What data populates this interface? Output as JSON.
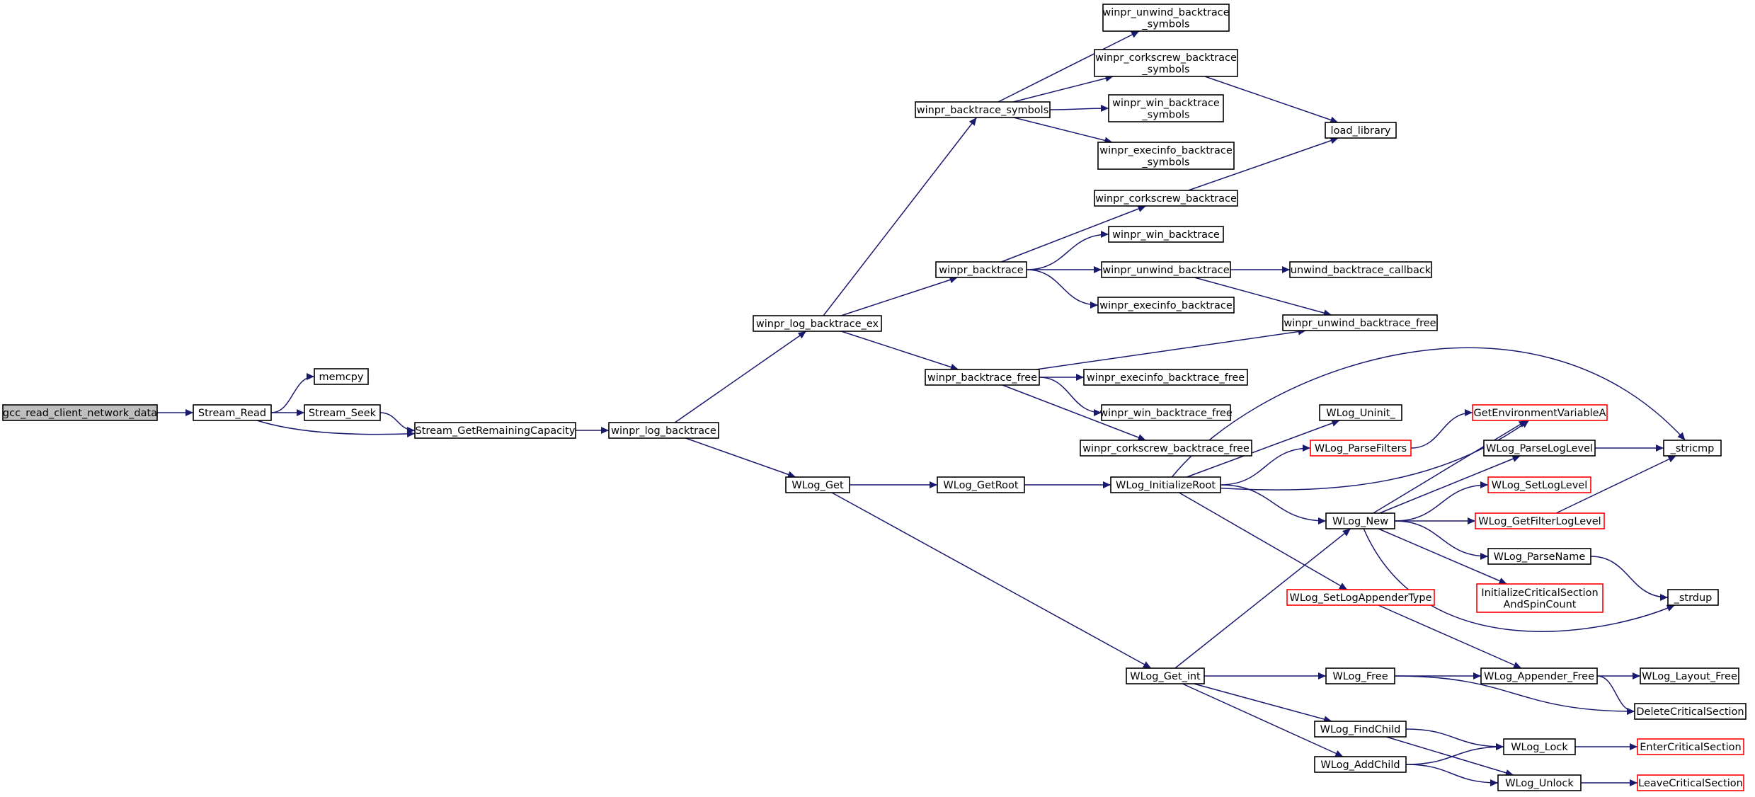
{
  "colors": {
    "edge": "#191970",
    "node_border": "#000000",
    "node_border_truncated": "#ff0000",
    "node_fill": "#ffffff",
    "root_fill": "#bfbfbf"
  },
  "nodes": [
    {
      "id": "gcc_read_client_network_data",
      "lines": [
        "gcc_read_client_network_data"
      ],
      "style": "root"
    },
    {
      "id": "Stream_Read",
      "lines": [
        "Stream_Read"
      ],
      "style": "normal"
    },
    {
      "id": "memcpy",
      "lines": [
        "memcpy"
      ],
      "style": "normal"
    },
    {
      "id": "Stream_Seek",
      "lines": [
        "Stream_Seek"
      ],
      "style": "normal"
    },
    {
      "id": "Stream_GetRemainingCapacity",
      "lines": [
        "Stream_GetRemainingCapacity"
      ],
      "style": "normal"
    },
    {
      "id": "winpr_log_backtrace",
      "lines": [
        "winpr_log_backtrace"
      ],
      "style": "normal"
    },
    {
      "id": "winpr_log_backtrace_ex",
      "lines": [
        "winpr_log_backtrace_ex"
      ],
      "style": "normal"
    },
    {
      "id": "WLog_Get",
      "lines": [
        "WLog_Get"
      ],
      "style": "normal"
    },
    {
      "id": "winpr_backtrace_symbols",
      "lines": [
        "winpr_backtrace_symbols"
      ],
      "style": "normal"
    },
    {
      "id": "winpr_backtrace",
      "lines": [
        "winpr_backtrace"
      ],
      "style": "normal"
    },
    {
      "id": "winpr_backtrace_free",
      "lines": [
        "winpr_backtrace_free"
      ],
      "style": "normal"
    },
    {
      "id": "WLog_GetRoot",
      "lines": [
        "WLog_GetRoot"
      ],
      "style": "normal"
    },
    {
      "id": "winpr_unwind_backtrace_symbols",
      "lines": [
        "winpr_unwind_backtrace",
        "_symbols"
      ],
      "style": "normal"
    },
    {
      "id": "winpr_corkscrew_backtrace_symbols",
      "lines": [
        "winpr_corkscrew_backtrace",
        "_symbols"
      ],
      "style": "normal"
    },
    {
      "id": "winpr_win_backtrace_symbols",
      "lines": [
        "winpr_win_backtrace",
        "_symbols"
      ],
      "style": "normal"
    },
    {
      "id": "winpr_execinfo_backtrace_symbols",
      "lines": [
        "winpr_execinfo_backtrace",
        "_symbols"
      ],
      "style": "normal"
    },
    {
      "id": "winpr_corkscrew_backtrace",
      "lines": [
        "winpr_corkscrew_backtrace"
      ],
      "style": "normal"
    },
    {
      "id": "winpr_win_backtrace",
      "lines": [
        "winpr_win_backtrace"
      ],
      "style": "normal"
    },
    {
      "id": "winpr_unwind_backtrace",
      "lines": [
        "winpr_unwind_backtrace"
      ],
      "style": "normal"
    },
    {
      "id": "winpr_execinfo_backtrace",
      "lines": [
        "winpr_execinfo_backtrace"
      ],
      "style": "normal"
    },
    {
      "id": "winpr_execinfo_backtrace_free",
      "lines": [
        "winpr_execinfo_backtrace_free"
      ],
      "style": "normal"
    },
    {
      "id": "winpr_win_backtrace_free",
      "lines": [
        "winpr_win_backtrace_free"
      ],
      "style": "normal"
    },
    {
      "id": "winpr_corkscrew_backtrace_free",
      "lines": [
        "winpr_corkscrew_backtrace_free"
      ],
      "style": "normal"
    },
    {
      "id": "WLog_InitializeRoot",
      "lines": [
        "WLog_InitializeRoot"
      ],
      "style": "normal"
    },
    {
      "id": "WLog_Get_int",
      "lines": [
        "WLog_Get_int"
      ],
      "style": "normal"
    },
    {
      "id": "load_library",
      "lines": [
        "load_library"
      ],
      "style": "normal"
    },
    {
      "id": "unwind_backtrace_callback",
      "lines": [
        "unwind_backtrace_callback"
      ],
      "style": "normal"
    },
    {
      "id": "winpr_unwind_backtrace_free",
      "lines": [
        "winpr_unwind_backtrace_free"
      ],
      "style": "normal"
    },
    {
      "id": "WLog_Uninit_",
      "lines": [
        "WLog_Uninit_"
      ],
      "style": "normal"
    },
    {
      "id": "WLog_ParseFilters",
      "lines": [
        "WLog_ParseFilters"
      ],
      "style": "truncated"
    },
    {
      "id": "WLog_New",
      "lines": [
        "WLog_New"
      ],
      "style": "normal"
    },
    {
      "id": "WLog_SetLogAppenderType",
      "lines": [
        "WLog_SetLogAppenderType"
      ],
      "style": "truncated"
    },
    {
      "id": "WLog_Free",
      "lines": [
        "WLog_Free"
      ],
      "style": "normal"
    },
    {
      "id": "WLog_FindChild",
      "lines": [
        "WLog_FindChild"
      ],
      "style": "normal"
    },
    {
      "id": "WLog_AddChild",
      "lines": [
        "WLog_AddChild"
      ],
      "style": "normal"
    },
    {
      "id": "GetEnvironmentVariableA",
      "lines": [
        "GetEnvironmentVariableA"
      ],
      "style": "truncated"
    },
    {
      "id": "WLog_ParseLogLevel",
      "lines": [
        "WLog_ParseLogLevel"
      ],
      "style": "normal"
    },
    {
      "id": "WLog_SetLogLevel",
      "lines": [
        "WLog_SetLogLevel"
      ],
      "style": "truncated"
    },
    {
      "id": "WLog_GetFilterLogLevel",
      "lines": [
        "WLog_GetFilterLogLevel"
      ],
      "style": "truncated"
    },
    {
      "id": "WLog_ParseName",
      "lines": [
        "WLog_ParseName"
      ],
      "style": "normal"
    },
    {
      "id": "InitializeCriticalSectionAndSpinCount",
      "lines": [
        "InitializeCriticalSection",
        "AndSpinCount"
      ],
      "style": "truncated"
    },
    {
      "id": "WLog_Appender_Free",
      "lines": [
        "WLog_Appender_Free"
      ],
      "style": "normal"
    },
    {
      "id": "WLog_Lock",
      "lines": [
        "WLog_Lock"
      ],
      "style": "normal"
    },
    {
      "id": "WLog_Unlock",
      "lines": [
        "WLog_Unlock"
      ],
      "style": "normal"
    },
    {
      "id": "_stricmp",
      "lines": [
        "_stricmp"
      ],
      "style": "normal"
    },
    {
      "id": "_strdup",
      "lines": [
        "_strdup"
      ],
      "style": "normal"
    },
    {
      "id": "WLog_Layout_Free",
      "lines": [
        "WLog_Layout_Free"
      ],
      "style": "normal"
    },
    {
      "id": "DeleteCriticalSection",
      "lines": [
        "DeleteCriticalSection"
      ],
      "style": "normal"
    },
    {
      "id": "EnterCriticalSection",
      "lines": [
        "EnterCriticalSection"
      ],
      "style": "truncated"
    },
    {
      "id": "LeaveCriticalSection",
      "lines": [
        "LeaveCriticalSection"
      ],
      "style": "truncated"
    }
  ],
  "edges": [
    [
      "gcc_read_client_network_data",
      "Stream_Read"
    ],
    [
      "Stream_Read",
      "memcpy"
    ],
    [
      "Stream_Read",
      "Stream_Seek"
    ],
    [
      "Stream_Read",
      "Stream_GetRemainingCapacity"
    ],
    [
      "Stream_Seek",
      "Stream_GetRemainingCapacity"
    ],
    [
      "Stream_GetRemainingCapacity",
      "winpr_log_backtrace"
    ],
    [
      "winpr_log_backtrace",
      "winpr_log_backtrace_ex"
    ],
    [
      "winpr_log_backtrace",
      "WLog_Get"
    ],
    [
      "winpr_log_backtrace_ex",
      "winpr_backtrace_symbols"
    ],
    [
      "winpr_log_backtrace_ex",
      "winpr_backtrace"
    ],
    [
      "winpr_log_backtrace_ex",
      "winpr_backtrace_free"
    ],
    [
      "winpr_backtrace_symbols",
      "winpr_unwind_backtrace_symbols"
    ],
    [
      "winpr_backtrace_symbols",
      "winpr_corkscrew_backtrace_symbols"
    ],
    [
      "winpr_backtrace_symbols",
      "winpr_win_backtrace_symbols"
    ],
    [
      "winpr_backtrace_symbols",
      "winpr_execinfo_backtrace_symbols"
    ],
    [
      "winpr_corkscrew_backtrace_symbols",
      "load_library"
    ],
    [
      "winpr_corkscrew_backtrace",
      "load_library"
    ],
    [
      "winpr_backtrace",
      "winpr_corkscrew_backtrace"
    ],
    [
      "winpr_backtrace",
      "winpr_win_backtrace"
    ],
    [
      "winpr_backtrace",
      "winpr_unwind_backtrace"
    ],
    [
      "winpr_backtrace",
      "winpr_execinfo_backtrace"
    ],
    [
      "winpr_unwind_backtrace",
      "unwind_backtrace_callback"
    ],
    [
      "winpr_unwind_backtrace",
      "winpr_unwind_backtrace_free"
    ],
    [
      "winpr_backtrace_free",
      "winpr_unwind_backtrace_free"
    ],
    [
      "winpr_backtrace_free",
      "winpr_execinfo_backtrace_free"
    ],
    [
      "winpr_backtrace_free",
      "winpr_win_backtrace_free"
    ],
    [
      "winpr_backtrace_free",
      "winpr_corkscrew_backtrace_free"
    ],
    [
      "WLog_Get",
      "WLog_GetRoot"
    ],
    [
      "WLog_Get",
      "WLog_Get_int"
    ],
    [
      "WLog_GetRoot",
      "WLog_InitializeRoot"
    ],
    [
      "WLog_InitializeRoot",
      "_stricmp"
    ],
    [
      "WLog_InitializeRoot",
      "WLog_Uninit_"
    ],
    [
      "WLog_InitializeRoot",
      "WLog_ParseFilters"
    ],
    [
      "WLog_InitializeRoot",
      "GetEnvironmentVariableA"
    ],
    [
      "WLog_InitializeRoot",
      "WLog_New"
    ],
    [
      "WLog_InitializeRoot",
      "WLog_SetLogAppenderType"
    ],
    [
      "WLog_ParseFilters",
      "GetEnvironmentVariableA"
    ],
    [
      "WLog_New",
      "GetEnvironmentVariableA"
    ],
    [
      "WLog_New",
      "WLog_ParseLogLevel"
    ],
    [
      "WLog_New",
      "WLog_SetLogLevel"
    ],
    [
      "WLog_New",
      "WLog_GetFilterLogLevel"
    ],
    [
      "WLog_New",
      "WLog_ParseName"
    ],
    [
      "WLog_New",
      "InitializeCriticalSectionAndSpinCount"
    ],
    [
      "WLog_New",
      "_strdup"
    ],
    [
      "WLog_ParseLogLevel",
      "_stricmp"
    ],
    [
      "WLog_GetFilterLogLevel",
      "_stricmp"
    ],
    [
      "WLog_ParseName",
      "_strdup"
    ],
    [
      "WLog_SetLogAppenderType",
      "WLog_Appender_Free"
    ],
    [
      "WLog_Get_int",
      "WLog_New"
    ],
    [
      "WLog_Get_int",
      "WLog_Free"
    ],
    [
      "WLog_Get_int",
      "WLog_FindChild"
    ],
    [
      "WLog_Get_int",
      "WLog_AddChild"
    ],
    [
      "WLog_Free",
      "WLog_Appender_Free"
    ],
    [
      "WLog_Free",
      "DeleteCriticalSection"
    ],
    [
      "WLog_Appender_Free",
      "WLog_Layout_Free"
    ],
    [
      "WLog_Appender_Free",
      "DeleteCriticalSection"
    ],
    [
      "WLog_FindChild",
      "WLog_Lock"
    ],
    [
      "WLog_FindChild",
      "WLog_Unlock"
    ],
    [
      "WLog_AddChild",
      "WLog_Lock"
    ],
    [
      "WLog_AddChild",
      "WLog_Unlock"
    ],
    [
      "WLog_Lock",
      "EnterCriticalSection"
    ],
    [
      "WLog_Unlock",
      "LeaveCriticalSection"
    ]
  ]
}
